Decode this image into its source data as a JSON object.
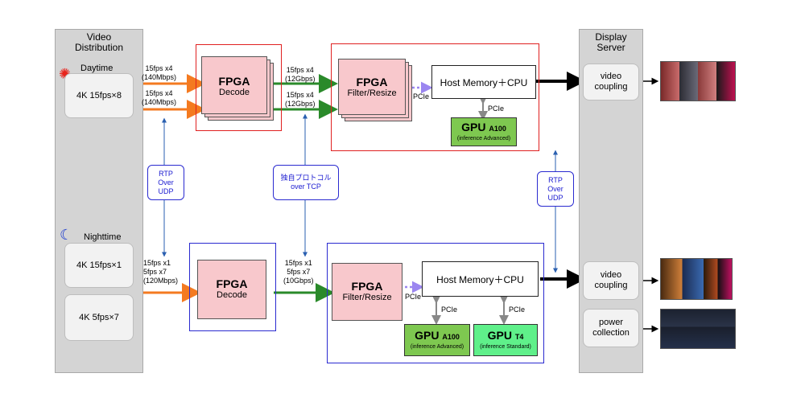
{
  "video_distribution": {
    "title": "Video Distribution",
    "daytime": {
      "label": "Daytime",
      "icon": "sun-icon",
      "box": "4K 15fps×8"
    },
    "nighttime": {
      "label": "Nighttime",
      "icon": "moon-icon",
      "box1": "4K 15fps×1",
      "box2": "4K 5fps×7"
    }
  },
  "display_server": {
    "title": "Display Server",
    "coupling1": "video coupling",
    "coupling2": "video coupling",
    "power": "power collection"
  },
  "day_pipeline": {
    "in_label_top": "15fps x4\n(140Mbps)",
    "in_label_bottom": "15fps x4\n(140Mbps)",
    "decode_title": "FPGA",
    "decode_sub": "Decode",
    "mid_label_top": "15fps x4\n(12Gbps)",
    "mid_label_bottom": "15fps x4\n(12Gbps)",
    "filter_title": "FPGA",
    "filter_sub": "Filter/Resize",
    "host": "Host Memory＋CPU",
    "pcie1": "PCIe",
    "pcie2": "PCIe",
    "gpu_name": "GPU",
    "gpu_model": "A100",
    "gpu_note": "(inference Advanced)"
  },
  "night_pipeline": {
    "in_label": "15fps x1\n5fps x7\n(120Mbps)",
    "decode_title": "FPGA",
    "decode_sub": "Decode",
    "mid_label": "15fps x1\n5fps x7\n(10Gbps)",
    "filter_title": "FPGA",
    "filter_sub": "Filter/Resize",
    "host": "Host Memory＋CPU",
    "pcie1": "PCIe",
    "pcie2": "PCIe",
    "pcie3": "PCIe",
    "gpu1_name": "GPU",
    "gpu1_model": "A100",
    "gpu1_note": "(inference Advanced)",
    "gpu2_name": "GPU",
    "gpu2_model": "T4",
    "gpu2_note": "(inference Standard)"
  },
  "protocols": {
    "rtp_left": "RTP\nOver\nUDP",
    "proprietary": "独自プロトコル\nover TCP",
    "rtp_right": "RTP\nOver\nUDP"
  },
  "colors": {
    "orange": "#f47a20",
    "green": "#2a8a2a",
    "blue": "#2a5fb0",
    "purple": "#9b86f0",
    "pink": "#f8c8cc",
    "gpu_green_dark": "#7ec850",
    "gpu_green_light": "#5ff08a"
  }
}
